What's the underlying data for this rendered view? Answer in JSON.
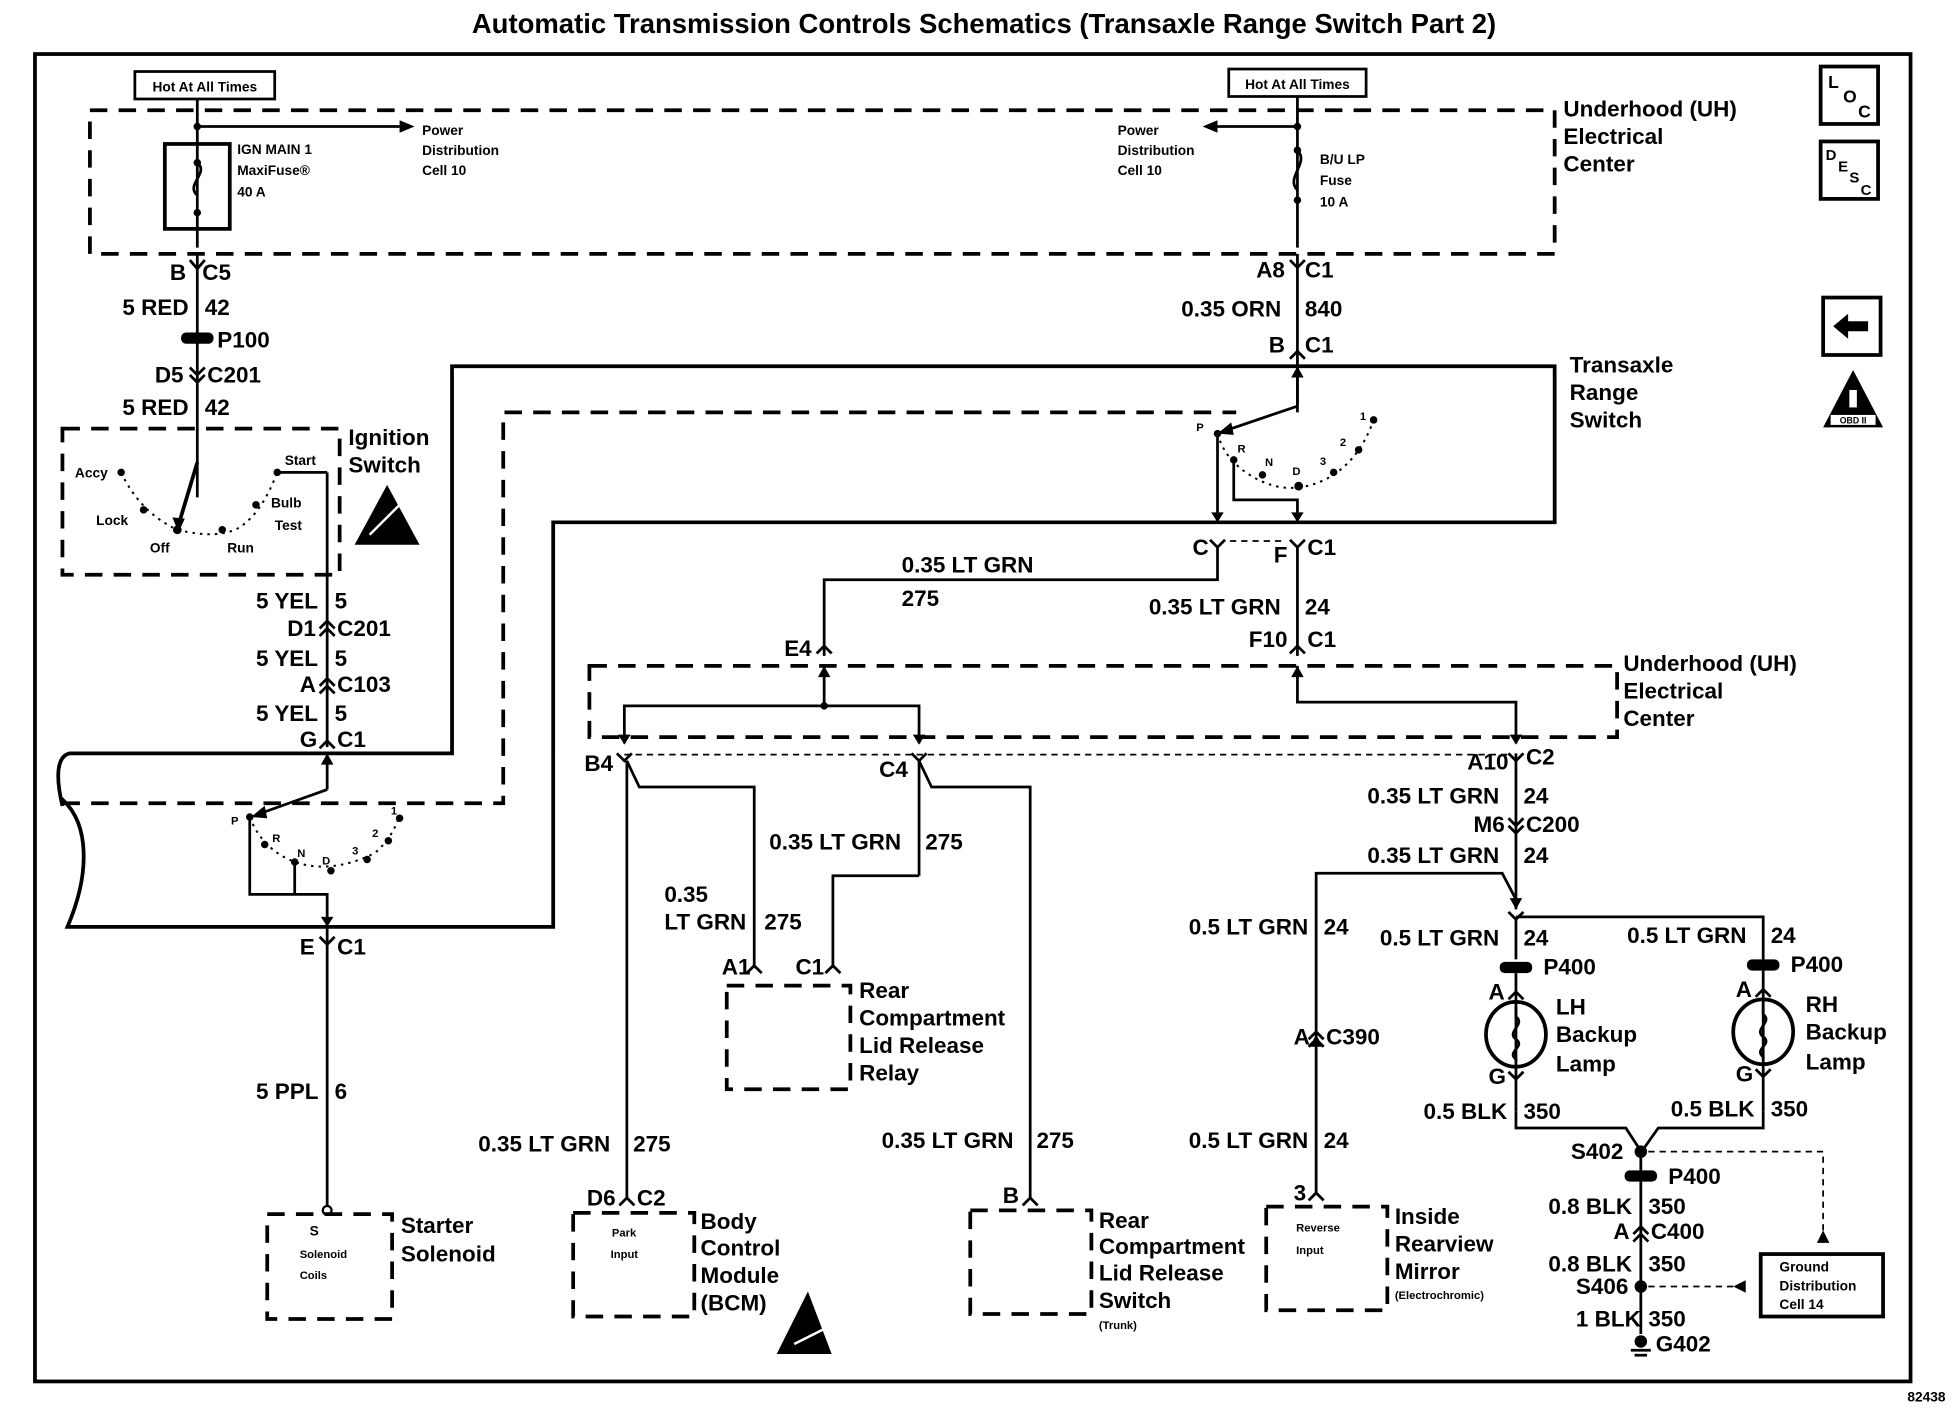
{
  "title": "Automatic Transmission Controls Schematics (Transaxle Range Switch Part 2)",
  "figure_number": "82438",
  "side_icons": {
    "loc": [
      "L",
      "O",
      "C"
    ],
    "desc": [
      "D",
      "E",
      "S",
      "C"
    ],
    "obd_label": "OBD II"
  },
  "power": {
    "left_hot": "Hot At All Times",
    "right_hot": "Hot At All Times",
    "left_fuse": [
      "IGN MAIN 1",
      "MaxiFuse®",
      "40 A"
    ],
    "right_fuse": [
      "B/U LP",
      "Fuse",
      "10 A"
    ],
    "left_pdc": [
      "Power",
      "Distribution",
      "Cell 10"
    ],
    "right_pdc": [
      "Power",
      "Distribution",
      "Cell 10"
    ],
    "uh_center_top": [
      "Underhood (UH)",
      "Electrical",
      "Center"
    ],
    "uh_center_mid": [
      "Underhood (UH)",
      "Electrical",
      "Center"
    ]
  },
  "left_circuit": {
    "c5": [
      "B",
      "C5"
    ],
    "wire1": [
      "5 RED",
      "42"
    ],
    "p100": "P100",
    "c201a": [
      "D5",
      "C201"
    ],
    "wire2": [
      "5 RED",
      "42"
    ],
    "ignition_switch": [
      "Ignition",
      "Switch"
    ],
    "ign_positions": [
      "Accy",
      "Lock",
      "Off",
      "Run",
      "Bulb",
      "Test",
      "Start"
    ],
    "wire3": [
      "5 YEL",
      "5"
    ],
    "c201b": [
      "D1",
      "C201"
    ],
    "wire4": [
      "5 YEL",
      "5"
    ],
    "c103": [
      "A",
      "C103"
    ],
    "wire5": [
      "5 YEL",
      "5"
    ],
    "g_c1": [
      "G",
      "C1"
    ],
    "prnd": [
      "P",
      "R",
      "N",
      "D",
      "3",
      "2",
      "1"
    ],
    "e_c1": [
      "E",
      "C1"
    ],
    "wire6": [
      "5 PPL",
      "6"
    ],
    "starter": {
      "pin": "S",
      "inner": [
        "Solenoid",
        "Coils"
      ],
      "name": [
        "Starter",
        "Solenoid"
      ]
    }
  },
  "right_circuit": {
    "a8": [
      "A8",
      "C1"
    ],
    "wire_orn": [
      "0.35 ORN",
      "840"
    ],
    "b_c1": [
      "B",
      "C1"
    ],
    "trs": [
      "Transaxle",
      "Range",
      "Switch"
    ],
    "prnd": [
      "P",
      "R",
      "N",
      "D",
      "3",
      "2",
      "1"
    ],
    "c_conn": "C",
    "f_c1": [
      "F",
      "C1"
    ],
    "wire275_top": [
      "0.35 LT GRN",
      "275"
    ],
    "wire24_a": [
      "0.35 LT GRN",
      "24"
    ],
    "e4": "E4",
    "f10": [
      "F10",
      "C1"
    ],
    "b4": "B4",
    "c4": "C4",
    "a10": [
      "A10",
      "C2"
    ],
    "wire24_b": [
      "0.35 LT GRN",
      "24"
    ],
    "m6": [
      "M6",
      "C200"
    ],
    "wire24_c": [
      "0.35 LT GRN",
      "24"
    ],
    "wire275_relay_c": [
      "0.35 LT GRN",
      "275"
    ],
    "wire275_relay_a": [
      "0.35",
      "LT GRN",
      "275"
    ],
    "relay_pins": [
      "A1",
      "C1"
    ],
    "relay_name": [
      "Rear",
      "Compartment",
      "Lid Release",
      "Relay"
    ],
    "wire275_bcm": [
      "0.35 LT GRN",
      "275"
    ],
    "bcm": {
      "conn": [
        "D6",
        "C2"
      ],
      "inner": [
        "Park",
        "Input"
      ],
      "name": [
        "Body",
        "Control",
        "Module",
        "(BCM)"
      ]
    },
    "wire275_sw": [
      "0.35 LT GRN",
      "275"
    ],
    "switch": {
      "pin": "B",
      "name": [
        "Rear",
        "Compartment",
        "Lid Release",
        "Switch",
        "(Trunk)"
      ]
    },
    "wire24_mirror_top": [
      "0.5 LT GRN",
      "24"
    ],
    "c390": [
      "A",
      "C390"
    ],
    "wire24_mirror_bot": [
      "0.5 LT GRN",
      "24"
    ],
    "mirror": {
      "pin": "3",
      "inner": [
        "Reverse",
        "Input"
      ],
      "name": [
        "Inside",
        "Rearview",
        "Mirror",
        "(Electrochromic)"
      ]
    },
    "lh": {
      "wire": [
        "0.5 LT GRN",
        "24"
      ],
      "p400": "P400",
      "pin_a": "A",
      "pin_g": "G",
      "name": [
        "LH",
        "Backup",
        "Lamp"
      ],
      "blk": [
        "0.5 BLK",
        "350"
      ]
    },
    "rh": {
      "wire": [
        "0.5 LT GRN",
        "24"
      ],
      "p400": "P400",
      "pin_a": "A",
      "pin_g": "G",
      "name": [
        "RH",
        "Backup",
        "Lamp"
      ],
      "blk": [
        "0.5 BLK",
        "350"
      ]
    },
    "s402": "S402",
    "p400_gnd": "P400",
    "wire_blk_a": [
      "0.8 BLK",
      "350"
    ],
    "c400": [
      "A",
      "C400"
    ],
    "wire_blk_b": [
      "0.8 BLK",
      "350"
    ],
    "s406": "S406",
    "wire_blk_c": [
      "1 BLK",
      "350"
    ],
    "g402": "G402",
    "gnd_dist": [
      "Ground",
      "Distribution",
      "Cell 14"
    ]
  }
}
